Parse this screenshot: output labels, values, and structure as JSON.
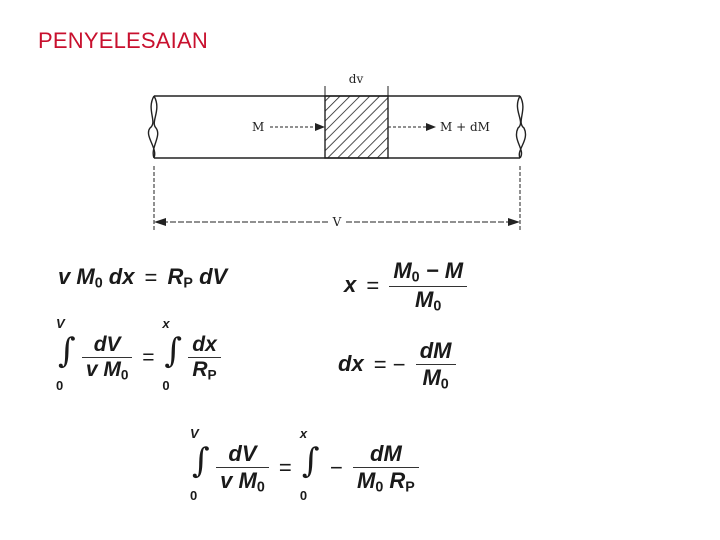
{
  "slide": {
    "title": "PENYELESAIAN"
  },
  "diagram": {
    "element_label": "dv",
    "left_moment": "M",
    "right_moment": "M + dM",
    "volume_label": "V"
  },
  "equations": {
    "eq1": "v M₀ dx = R_P dV",
    "eq2": "x = (M₀ − M) / M₀",
    "eq3": "∫₀^V dV/(v M₀) = ∫₀^x dx/R_P",
    "eq4": "dx = − dM / M₀",
    "eq5": "∫₀^V dV/(v M₀) = ∫₀^x − dM/(M₀ R_P)"
  }
}
